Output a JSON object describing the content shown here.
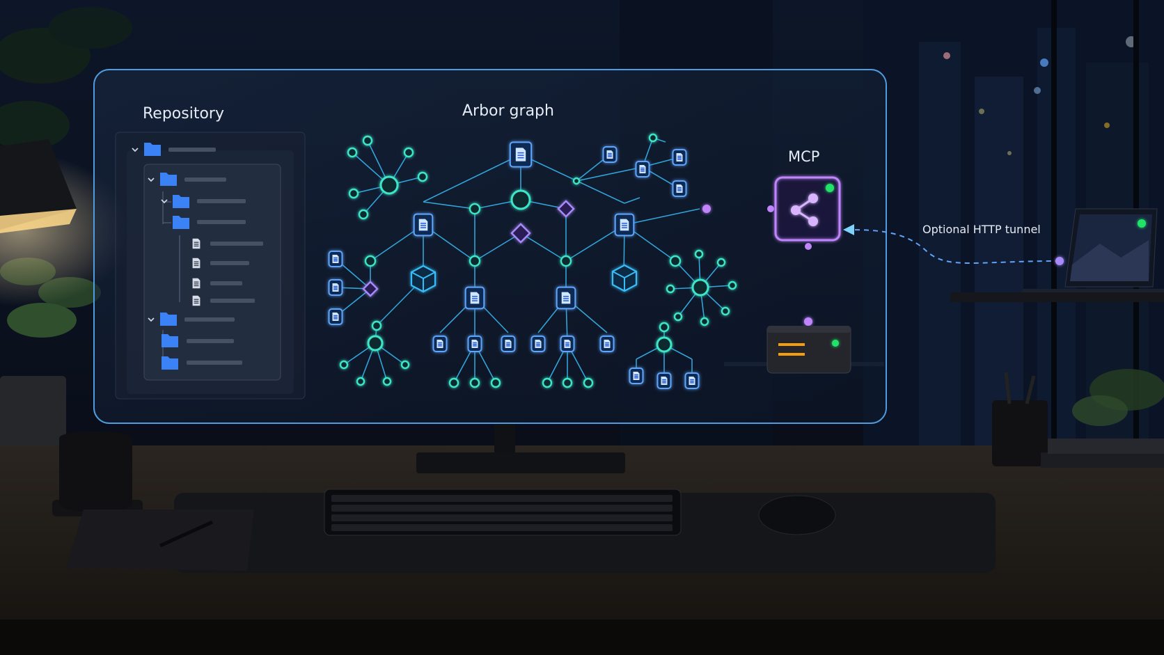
{
  "panel": {
    "repository_title": "Repository",
    "graph_title": "Arbor graph",
    "mcp_title": "MCP",
    "tunnel_label": "Optional HTTP tunnel"
  },
  "colors": {
    "graph_node": "#3ee6c8",
    "graph_edge": "#38bdf8",
    "file_node": "#60a5fa",
    "diamond_node": "#a78bfa",
    "mcp": "#a855f7",
    "status_led": "#22e36a",
    "server_stripe": "#f59e0b",
    "folder": "#3b82f6"
  },
  "icons": [
    "folder-icon",
    "file-icon",
    "cube-icon",
    "share-icon",
    "chevron-down-icon"
  ]
}
